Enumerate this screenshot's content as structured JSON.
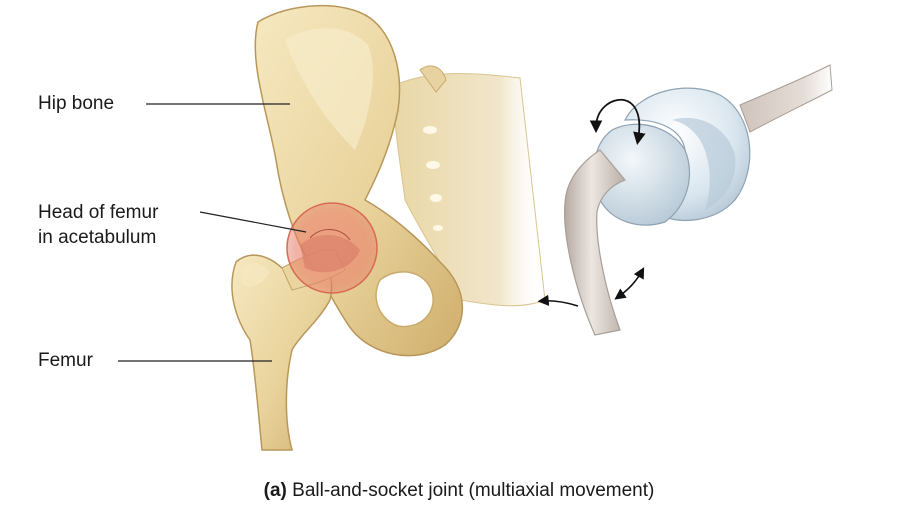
{
  "labels": {
    "hip_bone": "Hip bone",
    "head_of_femur_line1": "Head of femur",
    "head_of_femur_line2": "in acetabulum",
    "femur": "Femur"
  },
  "caption": {
    "tag": "(a)",
    "text": " Ball-and-socket joint (multiaxial movement)"
  },
  "colors": {
    "bone": "#ecd9a6",
    "bone_shadow": "#c9ab6d",
    "highlight": "#e8826a",
    "socket": "#dbe7f0",
    "shaft": "#cdc1b8",
    "leader_line": "#222222"
  },
  "icons": [
    "rotation-arrow-icon",
    "curved-arrow-icon"
  ]
}
